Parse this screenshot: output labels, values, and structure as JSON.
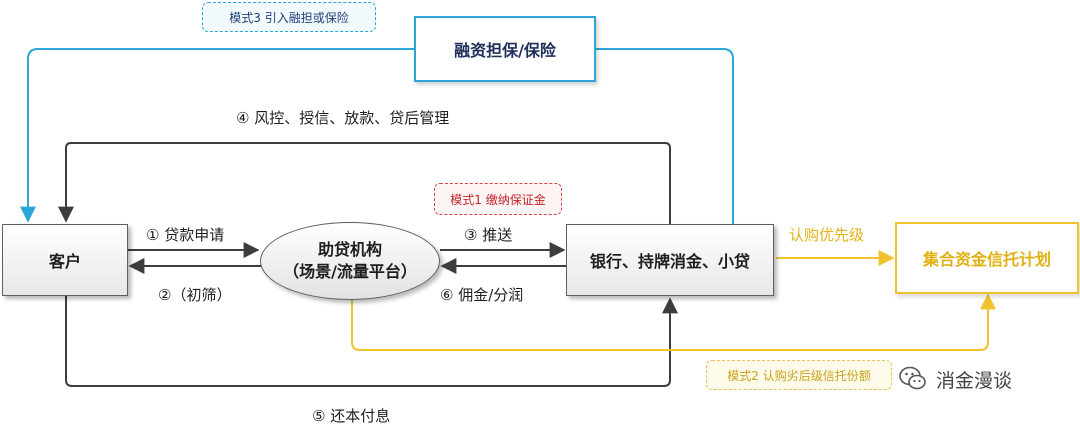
{
  "nodes": {
    "customer": "客户",
    "agency_line1": "助贷机构",
    "agency_line2": "（场景/流量平台）",
    "bank": "银行、持牌消金、小贷",
    "guarantee": "融资担保/保险",
    "trust": "集合资金信托计划"
  },
  "flows": {
    "loan_application": "① 贷款申请",
    "screening": "②（初筛）",
    "push": "③ 推送",
    "risk_control": "④ 风控、授信、放款、贷后管理",
    "repayment": "⑤ 还本付息",
    "commission": "⑥ 佣金/分润",
    "subscribe_priority": "认购优先级"
  },
  "tags": {
    "mode1": "模式1 缴纳保证金",
    "mode2": "模式2 认购劣后级信托份额",
    "mode3": "模式3 引入融担或保险"
  },
  "watermark": "消金漫谈",
  "colors": {
    "dark_line": "#3d3d3d",
    "blue_line": "#2aa7d6",
    "yellow_line": "#f0c22d"
  }
}
